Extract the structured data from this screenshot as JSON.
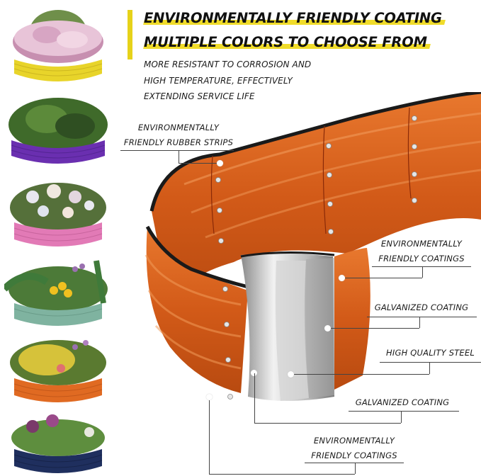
{
  "header": {
    "headline_1": "ENVIRONMENTALLY FRIENDLY COATING",
    "headline_2": "MULTIPLE COLORS TO CHOOSE FROM",
    "description": [
      "MORE RESISTANT TO CORROSION AND",
      "HIGH TEMPERATURE, EFFECTIVELY",
      "EXTENDING SERVICE LIFE"
    ],
    "accent_color": "#e6d21a"
  },
  "color_options": [
    {
      "name": "yellow",
      "color": "#e8d42a",
      "plants": "pink-heather"
    },
    {
      "name": "purple",
      "color": "#6a2fb0",
      "plants": "green-shrubs"
    },
    {
      "name": "pink",
      "color": "#e27ab6",
      "plants": "white-hydrangeas"
    },
    {
      "name": "sage-green",
      "color": "#7fb3a0",
      "plants": "ferns-and-sunflowers"
    },
    {
      "name": "orange",
      "color": "#e06a22",
      "plants": "yellow-wildflowers"
    },
    {
      "name": "navy-blue",
      "color": "#1f2f5e",
      "plants": "vegetables"
    }
  ],
  "callouts": {
    "rubber_strips": [
      "ENVIRONMENTALLY",
      "FRIENDLY RUBBER STRIPS"
    ],
    "coatings_outer": [
      "ENVIRONMENTALLY",
      "FRIENDLY COATINGS"
    ],
    "galvanized_1": "GALVANIZED COATING",
    "steel": "HIGH QUALITY STEEL",
    "galvanized_2": "GALVANIZED COATING",
    "coatings_inner": [
      "ENVIRONMENTALLY",
      "FRIENDLY COATINGS"
    ]
  },
  "product": {
    "panel_color": "#d9621e",
    "rim_color": "#1a1a1a",
    "steel_color": "#c8c8c8"
  }
}
